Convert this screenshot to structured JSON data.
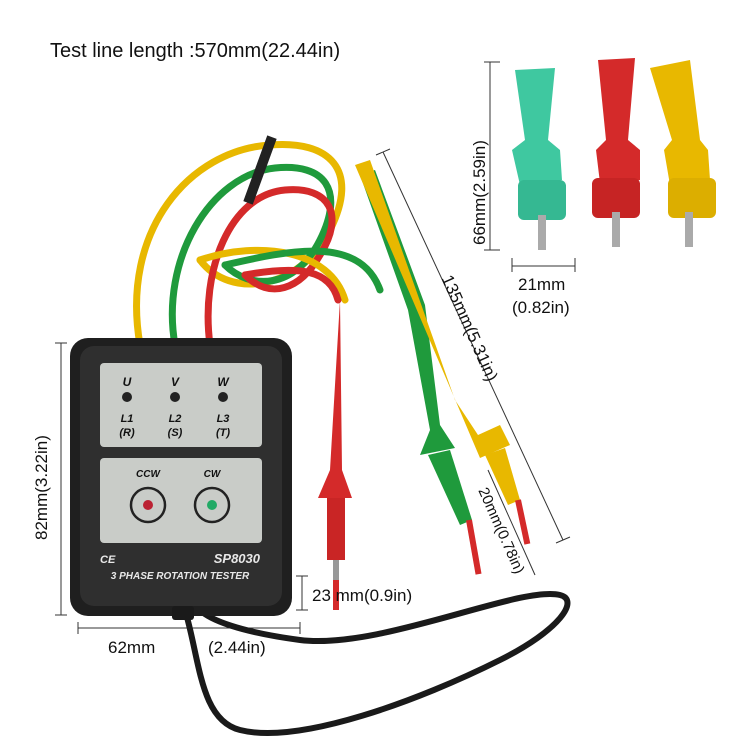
{
  "caption": "Test line length :570mm(22.44in)",
  "dimensions": {
    "clip_height": "66mm(2.59in)",
    "clip_width_mm": "21mm",
    "clip_width_in": "(0.82in)",
    "probe_length": "135mm(5.31in)",
    "probe_tip": "20mm(0.78in)",
    "device_height": "82mm(3.22in)",
    "device_thickness": "23 mm(0.9in)",
    "device_width_mm": "62mm",
    "device_width_in": "(2.44in)"
  },
  "device": {
    "model": "SP8030",
    "name": "3 PHASE ROTATION TESTER",
    "ce_mark": "CE",
    "phases": [
      {
        "top": "U",
        "mid": "L1",
        "bot": "(R)"
      },
      {
        "top": "V",
        "mid": "L2",
        "bot": "(S)"
      },
      {
        "top": "W",
        "mid": "L3",
        "bot": "(T)"
      }
    ],
    "rotation_labels": {
      "ccw": "CCW",
      "cw": "CW"
    }
  },
  "colors": {
    "yellow": "#e8b800",
    "red": "#d42a2a",
    "green": "#1f9a3c",
    "teal": "#3fc8a0",
    "device_body": "#2b2b2b",
    "panel": "#c9ccc8"
  }
}
